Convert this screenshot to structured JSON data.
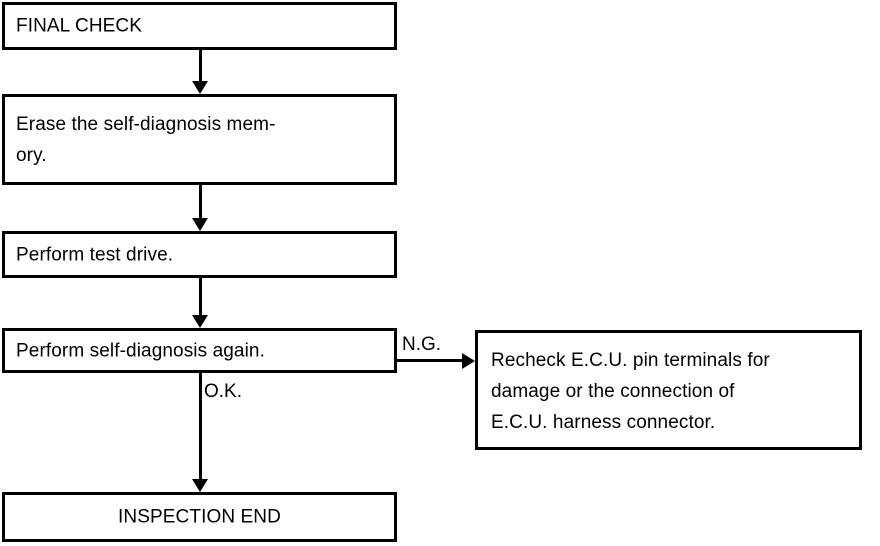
{
  "diagram": {
    "title": "FINAL CHECK flowchart",
    "nodes": {
      "final_check": "FINAL CHECK",
      "erase_memory": "Erase the self-diagnosis mem-\nory.",
      "test_drive": "Perform test drive.",
      "self_diagnosis_again": "Perform self-diagnosis again.",
      "inspection_end": "INSPECTION END",
      "recheck_ecu": "Recheck E.C.U. pin terminals for\ndamage or the connection of\nE.C.U. harness connector."
    },
    "edge_labels": {
      "ok": "O.K.",
      "ng": "N.G."
    },
    "colors": {
      "stroke": "#000000",
      "fill": "#ffffff",
      "text": "#000000"
    }
  }
}
